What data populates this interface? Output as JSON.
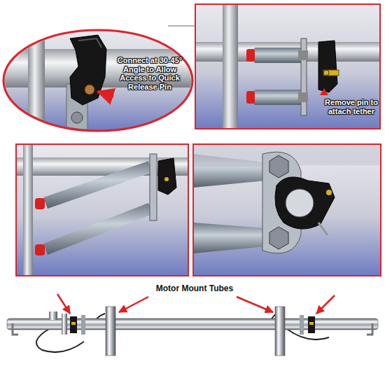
{
  "diagram": {
    "labels": [
      "Connect at 30-45° Angle to Allow Access to Quick Release Pin",
      "Remove pin to attach tether",
      "Motor Mount Tubes"
    ]
  }
}
